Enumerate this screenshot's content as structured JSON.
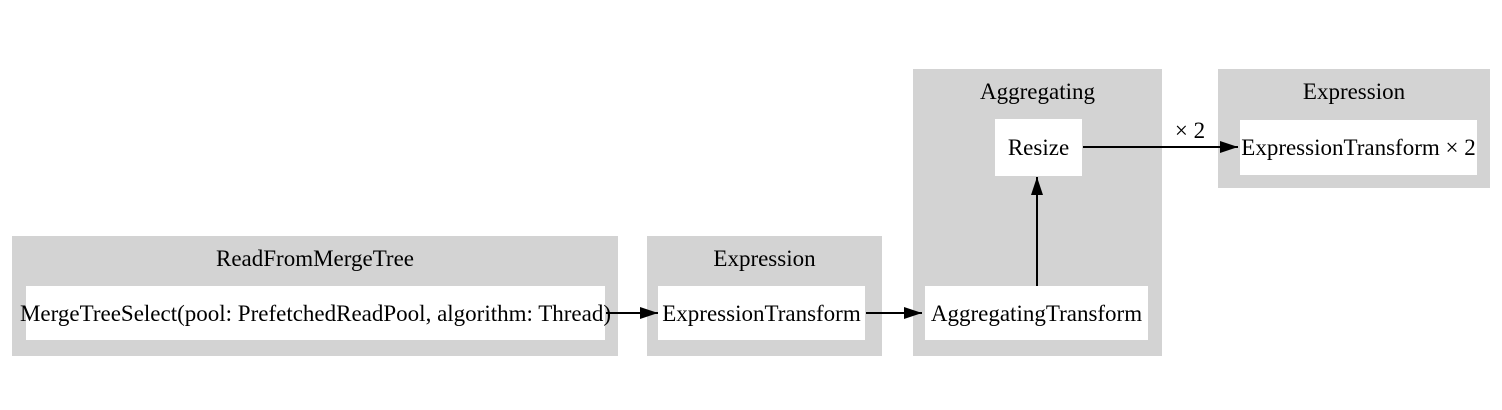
{
  "diagram": {
    "type": "pipeline-graph",
    "colors": {
      "background": "#ffffff",
      "cluster_fill": "#d3d3d3",
      "node_fill": "#ffffff",
      "edge": "#000000",
      "text": "#000000"
    },
    "clusters": [
      {
        "label": "ReadFromMergeTree",
        "nodes": [
          {
            "label": "MergeTreeSelect(pool: PrefetchedReadPool, algorithm: Thread)"
          }
        ]
      },
      {
        "label": "Expression",
        "nodes": [
          {
            "label": "ExpressionTransform"
          }
        ]
      },
      {
        "label": "Aggregating",
        "nodes": [
          {
            "label": "AggregatingTransform"
          },
          {
            "label": "Resize"
          }
        ]
      },
      {
        "label": "Expression",
        "nodes": [
          {
            "label": "ExpressionTransform × 2"
          }
        ]
      }
    ],
    "edges": [
      {
        "from": "MergeTreeSelect(pool: PrefetchedReadPool, algorithm: Thread)",
        "to": "ExpressionTransform",
        "label": ""
      },
      {
        "from": "ExpressionTransform",
        "to": "AggregatingTransform",
        "label": ""
      },
      {
        "from": "AggregatingTransform",
        "to": "Resize",
        "label": ""
      },
      {
        "from": "Resize",
        "to": "ExpressionTransform × 2",
        "label": "× 2"
      }
    ]
  }
}
